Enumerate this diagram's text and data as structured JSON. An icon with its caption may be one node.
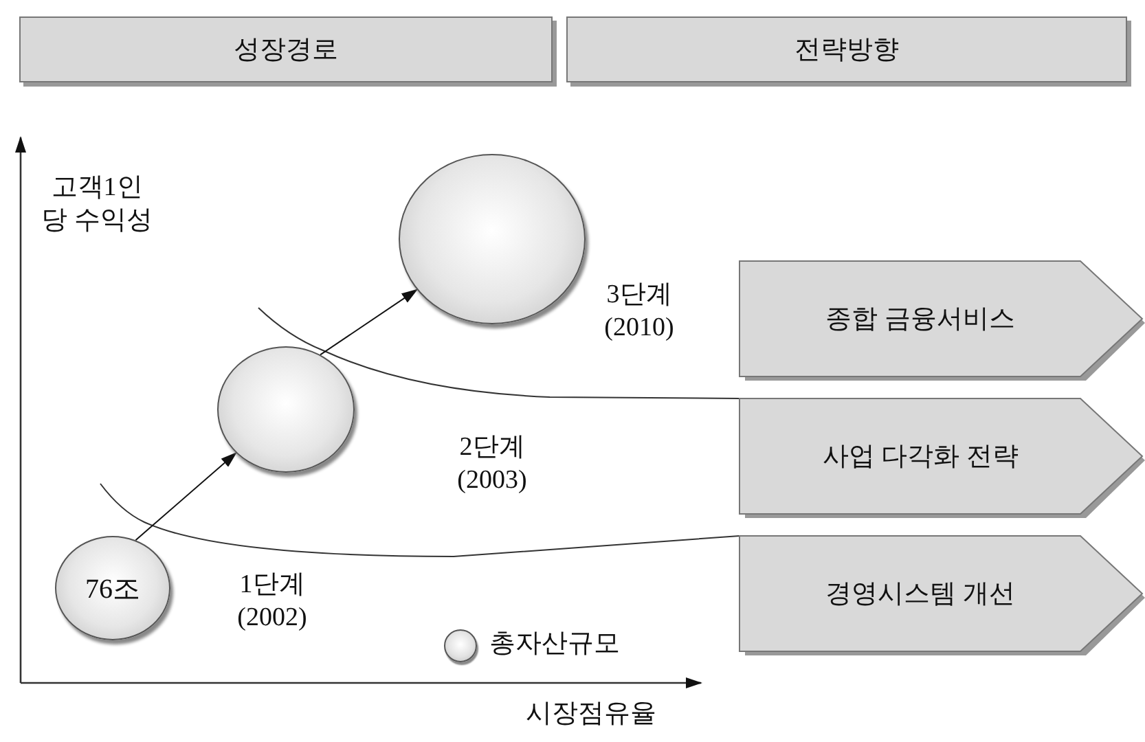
{
  "diagram": {
    "nodes": [
      {
        "text": [
          "성장경로"
        ]
      },
      {
        "text": [
          "전략방향"
        ]
      },
      {
        "text": [
          "76조"
        ]
      },
      {
        "text": [],
        "shape": "circle"
      },
      {
        "text": [],
        "shape": "circle"
      },
      {
        "text": [
          "종합 금융서비스"
        ]
      },
      {
        "text": [
          "사업 다각화 전략"
        ]
      },
      {
        "text": [
          "경영시스템 개선"
        ]
      }
    ],
    "edges": [
      {
        "from": 2,
        "to": 3,
        "arrow": "to"
      },
      {
        "from": 3,
        "to": 4,
        "arrow": "to"
      }
    ],
    "labels": [
      "고객1인당 수익성",
      "3단계 (2010)",
      "2단계 (2003)",
      "1단계 (2002)",
      "시장점유율"
    ],
    "legend": [
      {
        "text": "총자산규모"
      }
    ]
  }
}
